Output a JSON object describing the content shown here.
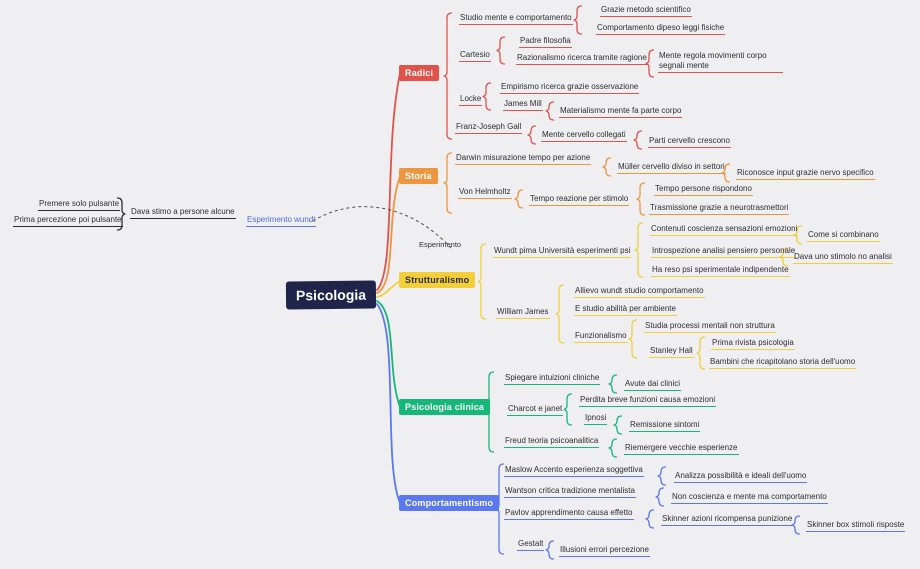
{
  "title": {
    "text": "Psicologia"
  },
  "annotation": {
    "text": "Esperimento"
  },
  "colors": {
    "red": "#e0534a",
    "orange": "#f0953f",
    "yellow": "#f2cf3a",
    "green": "#16b87a",
    "blue": "#5b78ee",
    "ink": "#2e2e33",
    "root_bg": "#20244a"
  },
  "left_tree": {
    "children": [
      "Premere solo pulsante",
      "Prima percezione poi pulsante"
    ],
    "parent": "Dava stimo a persone alcune",
    "root": "Esperimento wundt"
  },
  "branches": {
    "radici": {
      "label": "Radici",
      "nodes": {
        "studio_mente": "Studio mente e comportamento",
        "grazie_metodo": "Grazie metodo scientifico",
        "comportamento_leggi": "Comportamento dipeso leggi fisiche",
        "cartesio": "Cartesio",
        "padre_filosofia": "Padre filosofia",
        "razionalismo": "Razionalismo ricerca tramite ragione",
        "mente_regola": "Mente regola movimenti corpo segnali mente",
        "locke": "Locke",
        "empirismo": "Empirismo ricerca grazie osservazione",
        "james_mill": "James Mill",
        "materialismo": "Materialismo mente fa parte corpo",
        "franz_gall": "Franz-Joseph Gall",
        "mente_cervello": "Mente cervello collegati",
        "parti_cervello": "Parti cervello crescono"
      }
    },
    "storia": {
      "label": "Storia",
      "nodes": {
        "darwin": "Darwin misurazione tempo per azione",
        "muller": "Müller cervello diviso in settori",
        "riconosce": "Riconosce input grazie nervo specifico",
        "von_helmholtz": "Von Helmholtz",
        "tempo_reazione": "Tempo reazione per stimolo",
        "tempo_persone": "Tempo persone rispondono",
        "trasmissione": "Trasmissione grazie a neurotrasmettori"
      }
    },
    "strutturalismo": {
      "label": "Strutturalismo",
      "nodes": {
        "wundt": "Wundt pima Università esperimenti psi",
        "contenuti": "Contenuti coscienza sensazioni emozioni",
        "come_si_combinano": "Come si combinano",
        "introspezione": "Introspezione analisi pensiero personale",
        "dava_stimolo": "Dava uno stimolo no analisi",
        "ha_reso": "Ha reso psi sperimentale indipendente",
        "william_james": "William James",
        "allievo": "Allievo wundt studio comportamento",
        "e_studio": "E studio abilità per ambiente",
        "funzionalismo": "Funzionalismo",
        "studia_processi": "Studia processi mentali non struttura",
        "stanley_hall": "Stanley Hall",
        "prima_rivista": "Prima rivista psicologia",
        "bambini": "Bambini che ricapitolano storia dell'uomo"
      }
    },
    "clinica": {
      "label": "Psicologia clinica",
      "nodes": {
        "spiegare": "Spiegare intuizioni cliniche",
        "avute": "Avute dai clinici",
        "charcot": "Charcot e janet",
        "perdita": "Perdita breve funzioni causa emozioni",
        "ipnosi": "Ipnosi",
        "remissione": "Remissione sintomi",
        "freud": "Freud teoria psicoanalitica",
        "riemergere": "Riemergere vecchie esperienze"
      }
    },
    "comportamentismo": {
      "label": "Comportamentismo",
      "nodes": {
        "maslow": "Maslow Accento esperienza soggettiva",
        "analizza": "Analizza possibilità e ideali dell'uomo",
        "wantson": "Wantson critica tradizione mentalista",
        "non_coscienza": "Non coscienza e mente ma comportamento",
        "pavlov": "Pavlov apprendimento causa effetto",
        "skinner_azioni": "Skinner azioni ricompensa punizione",
        "skinner_box": "Skinner box stimoli risposte",
        "gestalt": "Gestalt",
        "illusioni": "Illusioni errori percezione"
      }
    }
  }
}
